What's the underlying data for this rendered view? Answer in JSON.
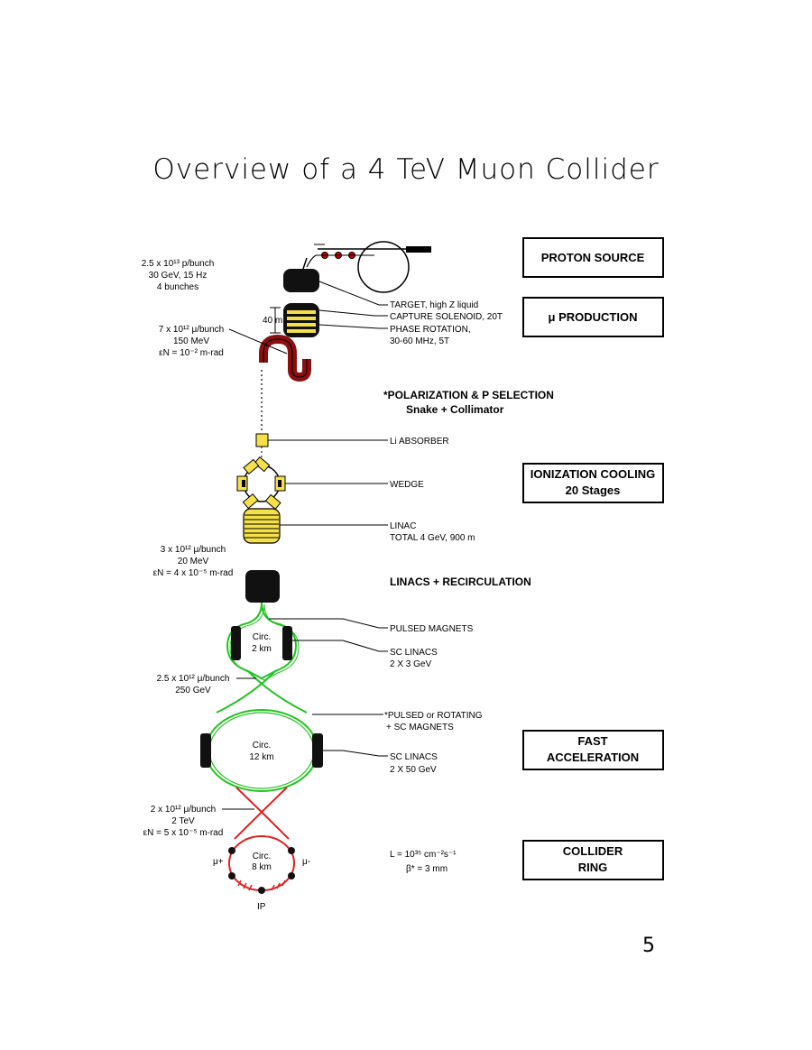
{
  "title": "Overview of a 4 TeV Muon Collider",
  "page_number": "5",
  "stages": {
    "proton_source": "PROTON SOURCE",
    "mu_production": "μ PRODUCTION",
    "ionization_cooling_1": "IONIZATION COOLING",
    "ionization_cooling_2": "20 Stages",
    "fast_acceleration_1": "FAST",
    "fast_acceleration_2": "ACCELERATION",
    "collider_ring_1": "COLLIDER",
    "collider_ring_2": "RING"
  },
  "left_params": {
    "proton_1": "2.5 x 10¹³ p/bunch",
    "proton_2": "30 GeV, 15 Hz",
    "proton_3": "4 bunches",
    "mu1_1": "7 x 10¹² μ/bunch",
    "mu1_2": "150 MeV",
    "mu1_3": "εN = 10⁻² m-rad",
    "mu2_1": "3 x 10¹² μ/bunch",
    "mu2_2": "20 MeV",
    "mu2_3": "εN = 4 x 10⁻⁵ m-rad",
    "mu3_1": "2.5 x 10¹² μ/bunch",
    "mu3_2": "250 GeV",
    "mu4_1": "2 x 10¹² μ/bunch",
    "mu4_2": "2 TeV",
    "mu4_3": "εN = 5 x 10⁻⁵ m-rad",
    "dist_40m": "40 m"
  },
  "right_labels": {
    "target": "TARGET, high Z liquid",
    "capture": "CAPTURE SOLENOID, 20T",
    "phase_1": "PHASE ROTATION,",
    "phase_2": "30-60 MHz, 5T",
    "polarization": "*POLARIZATION & P SELECTION",
    "snake": "Snake + Collimator",
    "absorber": "Li ABSORBER",
    "wedge": "WEDGE",
    "linac_1": "LINAC",
    "linac_2": "TOTAL 4 GeV, 900 m",
    "recirc": "LINACS + RECIRCULATION",
    "pulsed": "PULSED MAGNETS",
    "sclinacs1_1": "SC LINACS",
    "sclinacs1_2": "2 X 3 GeV",
    "rotating_1": "*PULSED or ROTATING",
    "rotating_2": "+ SC MAGNETS",
    "sclinacs2_1": "SC LINACS",
    "sclinacs2_2": "2 X 50 GeV",
    "lumi": "L = 10³⁵ cm⁻²s⁻¹",
    "beta": "β* = 3 mm"
  },
  "rings": {
    "circ1_1": "Circ.",
    "circ1_2": "2 km",
    "circ2_1": "Circ.",
    "circ2_2": "12 km",
    "circ3_1": "Circ.",
    "circ3_2": "8 km",
    "mu_plus": "μ+",
    "mu_minus": "μ-",
    "ip": "IP"
  },
  "colors": {
    "green": "#22c322",
    "red": "#e02020",
    "yellow": "#f5e04a",
    "darkred": "#8b0f0f"
  }
}
